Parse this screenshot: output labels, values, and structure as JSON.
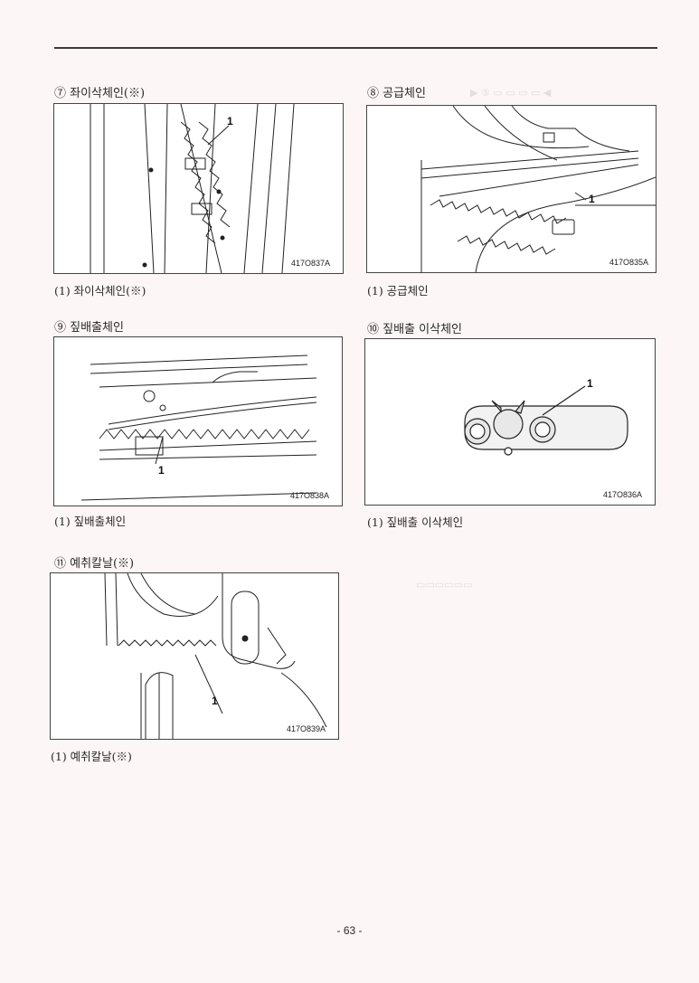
{
  "sections": [
    {
      "heading": "⑦ 좌이삭체인(※)",
      "caption": "(1) 좌이삭체인(※)",
      "callout": "1",
      "fig_code": "417O837A"
    },
    {
      "heading": "⑧ 공급체인",
      "caption": "(1) 공급체인",
      "callout": "1",
      "fig_code": "417O835A"
    },
    {
      "heading": "⑨ 짚배출체인",
      "caption": "(1) 짚배출체인",
      "callout": "1",
      "fig_code": "417O838A"
    },
    {
      "heading": "⑩ 짚배출 이삭체인",
      "caption": "(1) 짚배출 이삭체인",
      "callout": "1",
      "fig_code": "417O836A"
    },
    {
      "heading": "⑪ 예취칼날(※)",
      "caption": "(1) 예취칼날(※)",
      "callout": "1",
      "fig_code": "417O839A"
    }
  ],
  "page_number": "- 63 -"
}
